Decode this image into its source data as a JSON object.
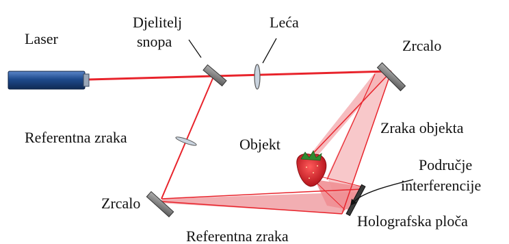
{
  "labels": {
    "laser": "Laser",
    "splitter_line1": "Djelitelj",
    "splitter_line2": "snopa",
    "lens": "Leća",
    "mirror_top": "Zrcalo",
    "object_beam": "Zraka objekta",
    "reference_beam_left": "Referentna zraka",
    "object": "Objekt",
    "interference_line1": "Područje",
    "interference_line2": "interferencije",
    "mirror_bottom": "Zrcalo",
    "holo_plate": "Holografska ploča",
    "reference_beam_bottom": "Referentna zraka"
  },
  "colors": {
    "beam": "#e8232b",
    "beam_fill": "#f5b5b8",
    "beam_fill_dark": "#ef8f94",
    "laser_body": "#1e4a8c",
    "optic_gray": "#7a7a7a",
    "strawberry": "#d81e25",
    "leaves": "#2f8a2f"
  }
}
